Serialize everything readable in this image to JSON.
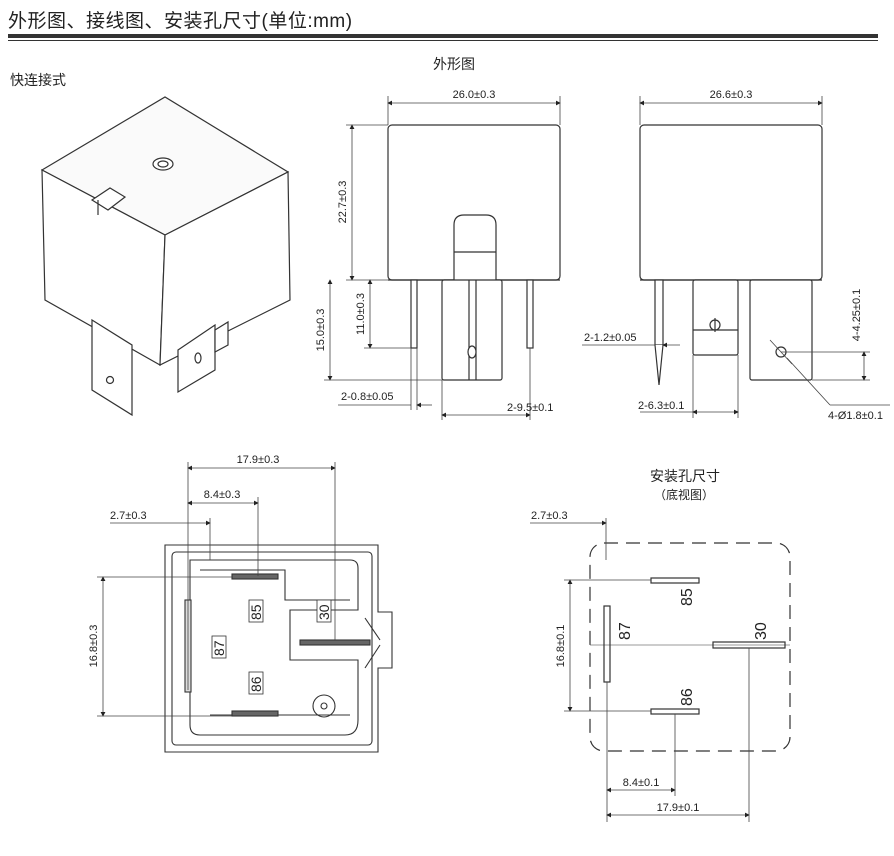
{
  "header": {
    "title": "外形图、接线图、安装孔尺寸(单位:mm)"
  },
  "iso": {
    "label": "快连接式"
  },
  "outline": {
    "title": "外形图"
  },
  "front": {
    "width": "26.0±0.3",
    "height": "22.7±0.3",
    "pin_total": "15.0±0.3",
    "pin_len": "11.0±0.3",
    "pin_thick": "2-0.8±0.05",
    "pin_pitch": "2-9.5±0.1"
  },
  "side": {
    "width": "26.6±0.3",
    "pin_thick": "2-1.2±0.05",
    "pin_pitch": "2-6.3±0.1",
    "hole_pos": "4-4.25±0.1",
    "hole_dia": "4-Ø1.8±0.1"
  },
  "bottom": {
    "width": "17.9±0.3",
    "offset": "8.4±0.3",
    "edge": "2.7±0.3",
    "height": "16.8±0.3",
    "pins": [
      "85",
      "30",
      "87",
      "86"
    ]
  },
  "mount": {
    "title": "安装孔尺寸",
    "subtitle": "（底视图）",
    "edge": "2.7±0.3",
    "height": "16.8±0.1",
    "offset": "8.4±0.1",
    "width": "17.9±0.1",
    "pins": [
      "85",
      "87",
      "30",
      "86"
    ]
  }
}
